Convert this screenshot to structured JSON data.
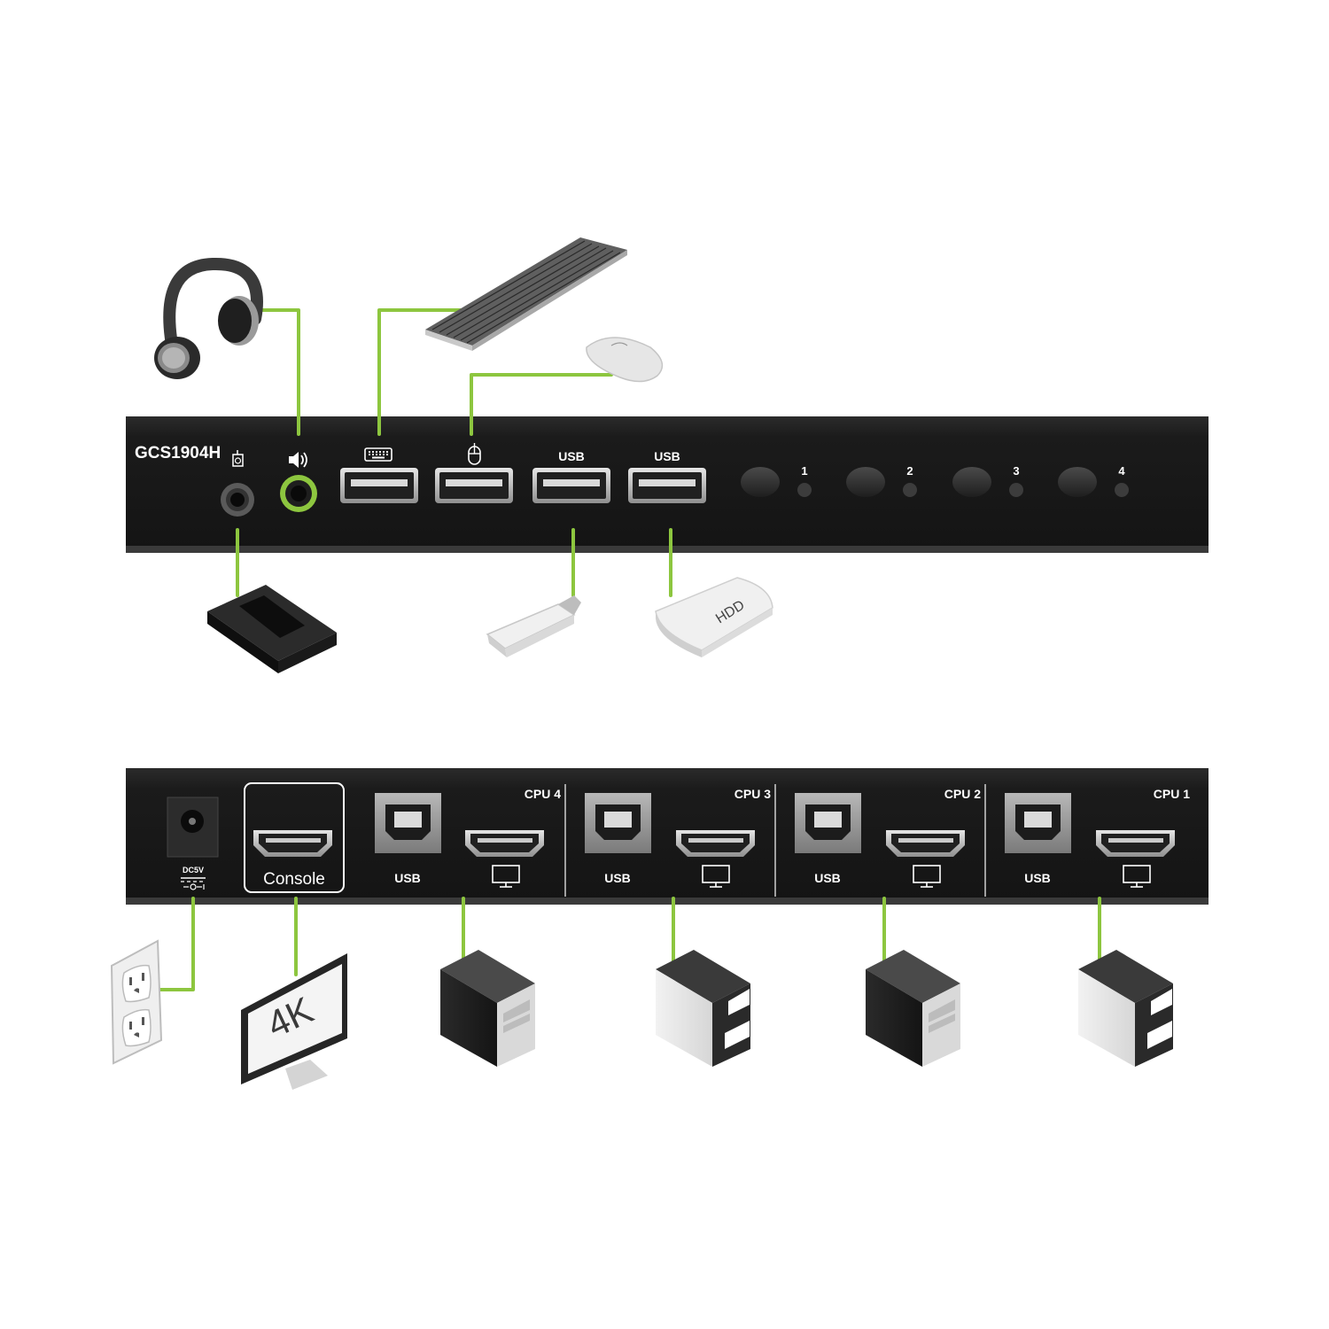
{
  "front_panel": {
    "model": "GCS1904H",
    "usb_labels": [
      "USB",
      "USB"
    ],
    "port_numbers": [
      "1",
      "2",
      "3",
      "4"
    ]
  },
  "peripherals": {
    "hdd_label": "HDD"
  },
  "rear_panel": {
    "power_label": "DC5V",
    "console_label": "Console",
    "cpu_sections": [
      {
        "title": "CPU 4",
        "usb_label": "USB"
      },
      {
        "title": "CPU 3",
        "usb_label": "USB"
      },
      {
        "title": "CPU 2",
        "usb_label": "USB"
      },
      {
        "title": "CPU 1",
        "usb_label": "USB"
      }
    ]
  },
  "monitor": {
    "label": "4K"
  },
  "colors": {
    "panel": "#1a1a1a",
    "cable": "#8dc63f",
    "port_frame": "#bdbdbd"
  },
  "icons": [
    "microphone-icon",
    "speaker-icon",
    "keyboard-icon",
    "mouse-icon",
    "monitor-icon"
  ]
}
